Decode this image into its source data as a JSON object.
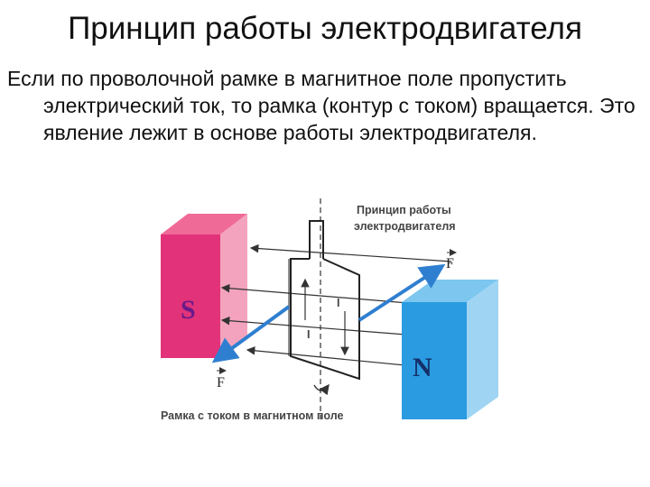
{
  "title": "Принцип работы электродвигателя",
  "body": "Если по проволочной рамке в магнитное поле пропустить электрический ток, то рамка (контур с током) вращается. Это явление лежит в основе работы электродвигателя.",
  "figure": {
    "caption_top_line1": "Принцип работы",
    "caption_top_line2": "электродвигателя",
    "caption_bottom": "Рамка с током в магнитном поле",
    "pole_south": "S",
    "pole_north": "N",
    "force_label": "F",
    "current_label": "I"
  },
  "colors": {
    "south_front": "#e2337a",
    "south_top": "#f06a98",
    "south_side": "#f3a3bd",
    "north_front": "#2a9be0",
    "north_top": "#7cc6ef",
    "north_side": "#9fd4f3",
    "force_arrow": "#2f7fd0"
  }
}
